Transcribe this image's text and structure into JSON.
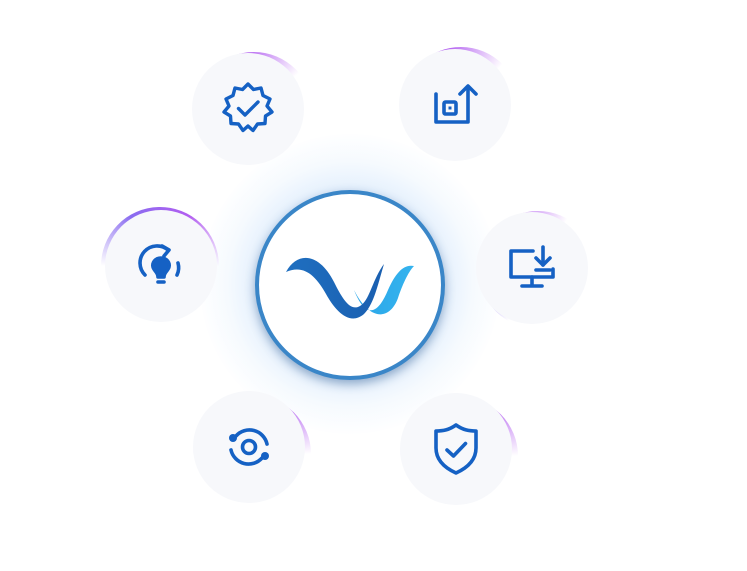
{
  "diagram": {
    "center_logo": {
      "icon": "brand-wave-logo-icon",
      "colors": {
        "dark": "#1f6fc0",
        "light": "#2aa6e8",
        "ring": "#3a86c8"
      }
    },
    "satellites": [
      {
        "id": "top-left",
        "icon": "verified-badge-icon"
      },
      {
        "id": "top-right",
        "icon": "upload-box-icon"
      },
      {
        "id": "middle-left",
        "icon": "lightbulb-refresh-icon"
      },
      {
        "id": "middle-right",
        "icon": "monitor-download-icon"
      },
      {
        "id": "bottom-left",
        "icon": "orbit-sync-icon"
      },
      {
        "id": "bottom-right",
        "icon": "shield-check-icon"
      }
    ],
    "colors": {
      "icon": "#1561c4",
      "ring_gradient_start": "#8a6cf0",
      "ring_gradient_end": "#b25ef0",
      "disc": "#f7f8fb"
    }
  }
}
